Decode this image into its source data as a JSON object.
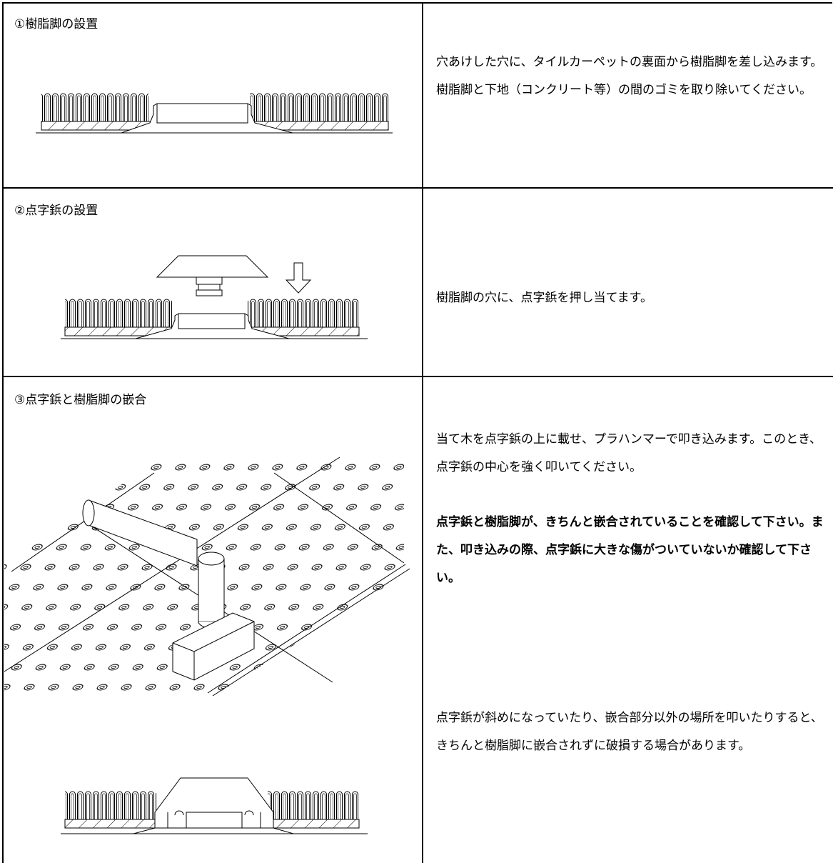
{
  "steps": [
    {
      "title": "①樹脂脚の設置",
      "paragraphs": [
        "穴あけした穴に、タイルカーペットの裏面から樹脂脚を差し込みます。樹脂脚と下地（コンクリート等）の間のゴミを取り除いてください。"
      ]
    },
    {
      "title": "②点字鋲の設置",
      "paragraphs": [
        "樹脂脚の穴に、点字鋲を押し当てます。"
      ]
    },
    {
      "title": "③点字鋲と樹脂脚の嵌合",
      "paragraphs": [
        "当て木を点字鋲の上に載せ、プラハンマーで叩き込みます。このとき、点字鋲の中心を強く叩いてください。",
        "点字鋲と樹脂脚が、きちんと嵌合されていることを確認して下さい。また、叩き込みの際、点字鋲に大きな傷がついていないか確認して下さい。",
        "点字鋲が斜めになっていたり、嵌合部分以外の場所を叩いたりすると、きちんと樹脂脚に嵌合されずに破損する場合があります。"
      ]
    }
  ],
  "icons": {
    "arrow": "down-arrow-icon"
  }
}
